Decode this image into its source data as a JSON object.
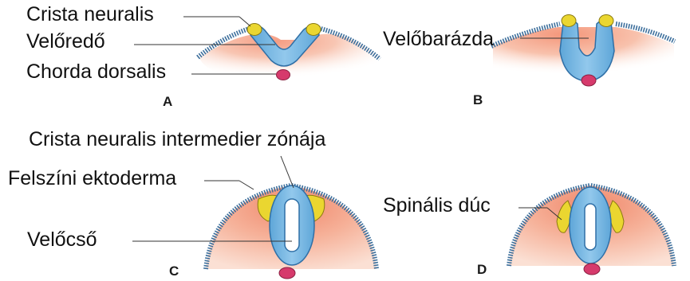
{
  "labels": {
    "crista_neuralis": "Crista neuralis",
    "veloredo": "Velőredő",
    "chorda_dorsalis": "Chorda dorsalis",
    "velobarazda": "Velőbarázda",
    "crista_intermedier": "Crista neuralis intermedier zónája",
    "felszini_ektoderma": "Felszíni ektoderma",
    "velocso": "Velőcső",
    "spinalis_duc": "Spinális dúc"
  },
  "panels": {
    "a": "A",
    "b": "B",
    "c": "C",
    "d": "D"
  },
  "colors": {
    "neural_tube": "#7ab8e2",
    "neural_tube_edge": "#2f6fa6",
    "neural_crest": "#ead630",
    "ectoderm_line": "#3d6f9c",
    "mesoderm": "#f0a48a",
    "notochord": "#d63a6c"
  }
}
